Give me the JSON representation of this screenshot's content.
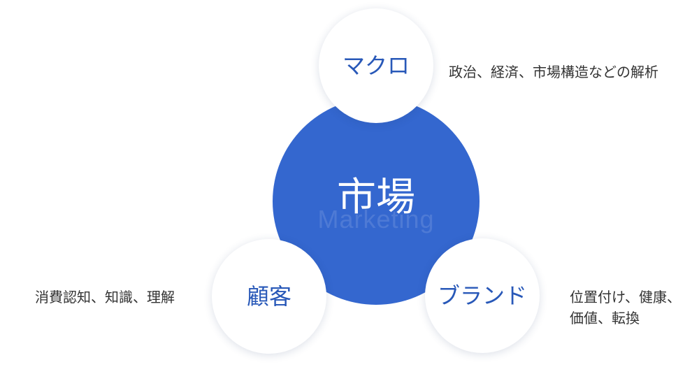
{
  "center": {
    "title": "市場",
    "watermark": "Marketing"
  },
  "nodes": {
    "macro": {
      "label": "マクロ",
      "note": "政治、経済、市場構造などの解析"
    },
    "customer": {
      "label": "顧客",
      "note": "消費認知、知識、理解"
    },
    "brand": {
      "label": "ブランド",
      "note_lines": [
        "位置付け、健康、",
        "価値、転換"
      ]
    }
  },
  "colors": {
    "center_fill": "#3467cf",
    "node_text": "#2858b8",
    "note_text": "#333333"
  }
}
